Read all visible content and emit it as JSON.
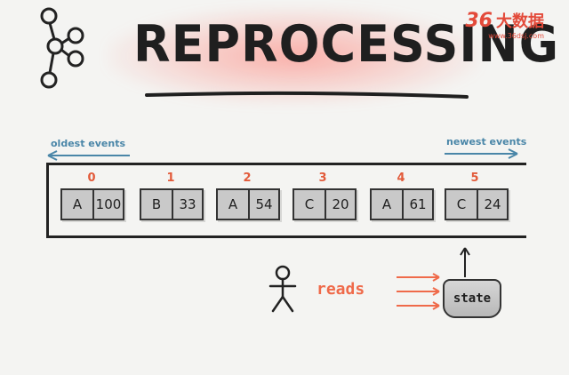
{
  "title": "REPROCESSING",
  "logo": {
    "number": "36",
    "name": "大数据",
    "site": "www.36dsj.com"
  },
  "labels": {
    "oldest": "oldest events",
    "newest": "newest events",
    "reads": "reads",
    "state": "state"
  },
  "entries": [
    {
      "offset": "0",
      "key": "A",
      "value": "100"
    },
    {
      "offset": "1",
      "key": "B",
      "value": "33"
    },
    {
      "offset": "2",
      "key": "A",
      "value": "54"
    },
    {
      "offset": "3",
      "key": "C",
      "value": "20"
    },
    {
      "offset": "4",
      "key": "A",
      "value": "61"
    },
    {
      "offset": "5",
      "key": "C",
      "value": "24"
    }
  ],
  "colors": {
    "accent": "#e25a3a",
    "arrow_blue": "#4a86a8",
    "ink": "#1f1f1f"
  }
}
